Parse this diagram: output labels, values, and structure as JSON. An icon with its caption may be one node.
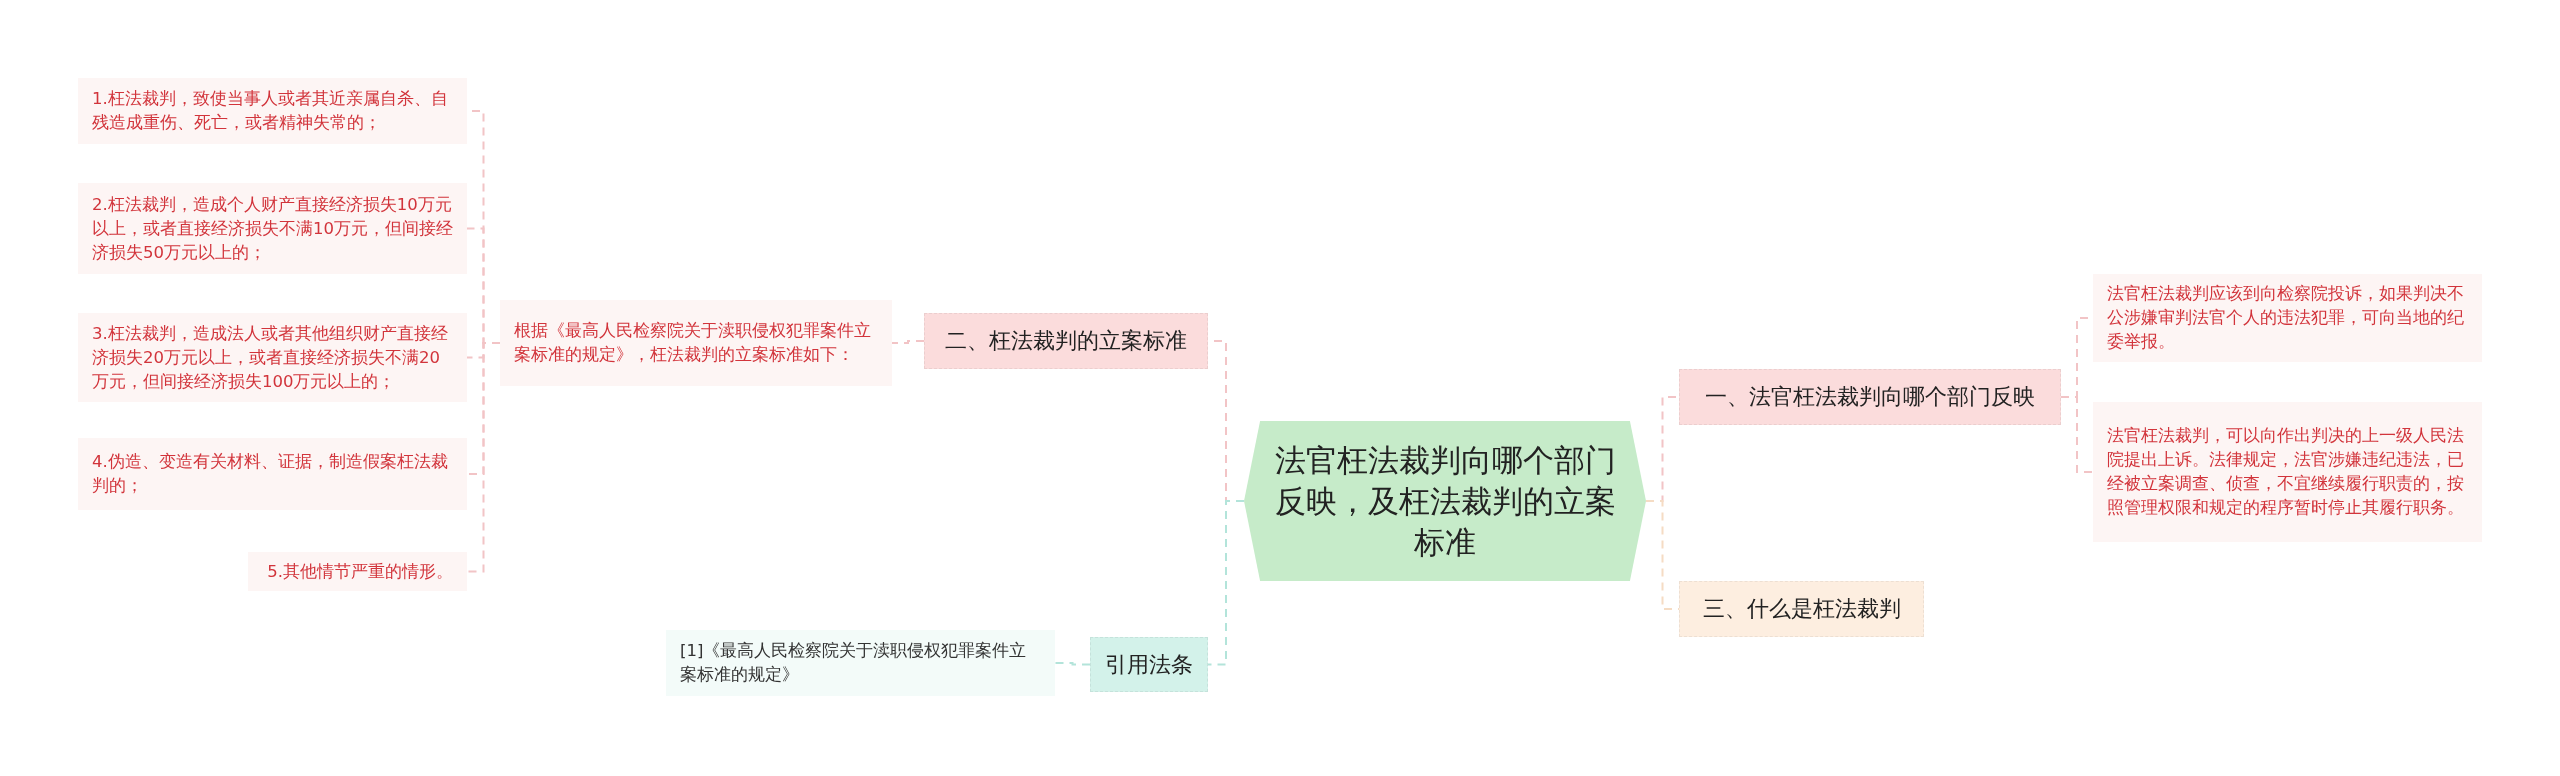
{
  "diagram": {
    "nodes": [
      {
        "text": [
          "法官枉法裁判向哪个部门反映，及枉法裁判的立案标准"
        ]
      },
      {
        "text": [
          "一、法官枉法裁判向哪个部门反映"
        ]
      },
      {
        "text": [
          "法官枉法裁判应该到向检察院投诉，如果判决不公涉嫌审判法官个人的违法犯罪，可向当地的纪委举报。"
        ]
      },
      {
        "text": [
          "法官枉法裁判，可以向作出判决的上一级人民法院提出上诉。法律规定，法官涉嫌违纪违法，已经被立案调查、侦查，不宜继续履行职责的，按照管理权限和规定的程序暂时停止其履行职务。"
        ]
      },
      {
        "text": [
          "三、什么是枉法裁判"
        ]
      },
      {
        "text": [
          "二、枉法裁判的立案标准"
        ]
      },
      {
        "text": [
          "根据《最高人民检察院关于渎职侵权犯罪案件立案标准的规定》，枉法裁判的立案标准如下："
        ]
      },
      {
        "text": [
          "1.枉法裁判，致使当事人或者其近亲属自杀、自残造成重伤、死亡，或者精神失常的；"
        ]
      },
      {
        "text": [
          "2.枉法裁判，造成个人财产直接经济损失10万元以上，或者直接经济损失不满10万元，但间接经济损失50万元以上的；"
        ]
      },
      {
        "text": [
          "3.枉法裁判，造成法人或者其他组织财产直接经济损失20万元以上，或者直接经济损失不满20万元，但间接经济损失100万元以上的；"
        ]
      },
      {
        "text": [
          "4.伪造、变造有关材料、证据，制造假案枉法裁判的；"
        ]
      },
      {
        "text": [
          "5.其他情节严重的情形。"
        ]
      },
      {
        "text": [
          "引用法条"
        ]
      },
      {
        "text": [
          "[1]《最高人民检察院关于渎职侵权犯罪案件立案标准的规定》"
        ]
      }
    ],
    "edges": [
      {
        "from": 0,
        "to": 1,
        "arrow": "none",
        "style": "dashed",
        "color": "#f2c4c6"
      },
      {
        "from": 1,
        "to": 2,
        "arrow": "none",
        "style": "dashed",
        "color": "#f2c4c6"
      },
      {
        "from": 1,
        "to": 3,
        "arrow": "none",
        "style": "dashed",
        "color": "#f2c4c6"
      },
      {
        "from": 0,
        "to": 4,
        "arrow": "none",
        "style": "dashed",
        "color": "#f5dcc4"
      },
      {
        "from": 0,
        "to": 5,
        "arrow": "none",
        "style": "dashed",
        "color": "#f2c4c6"
      },
      {
        "from": 5,
        "to": 6,
        "arrow": "none",
        "style": "dashed",
        "color": "#f2c4c6"
      },
      {
        "from": 6,
        "to": 7,
        "arrow": "none",
        "style": "dashed",
        "color": "#f2c4c6"
      },
      {
        "from": 6,
        "to": 8,
        "arrow": "none",
        "style": "dashed",
        "color": "#f2c4c6"
      },
      {
        "from": 6,
        "to": 9,
        "arrow": "none",
        "style": "dashed",
        "color": "#f2c4c6"
      },
      {
        "from": 6,
        "to": 10,
        "arrow": "none",
        "style": "dashed",
        "color": "#f2c4c6"
      },
      {
        "from": 6,
        "to": 11,
        "arrow": "none",
        "style": "dashed",
        "color": "#f2c4c6"
      },
      {
        "from": 0,
        "to": 12,
        "arrow": "none",
        "style": "dashed",
        "color": "#b3e4da"
      },
      {
        "from": 12,
        "to": 13,
        "arrow": "none",
        "style": "dashed",
        "color": "#b3e4da"
      }
    ]
  }
}
